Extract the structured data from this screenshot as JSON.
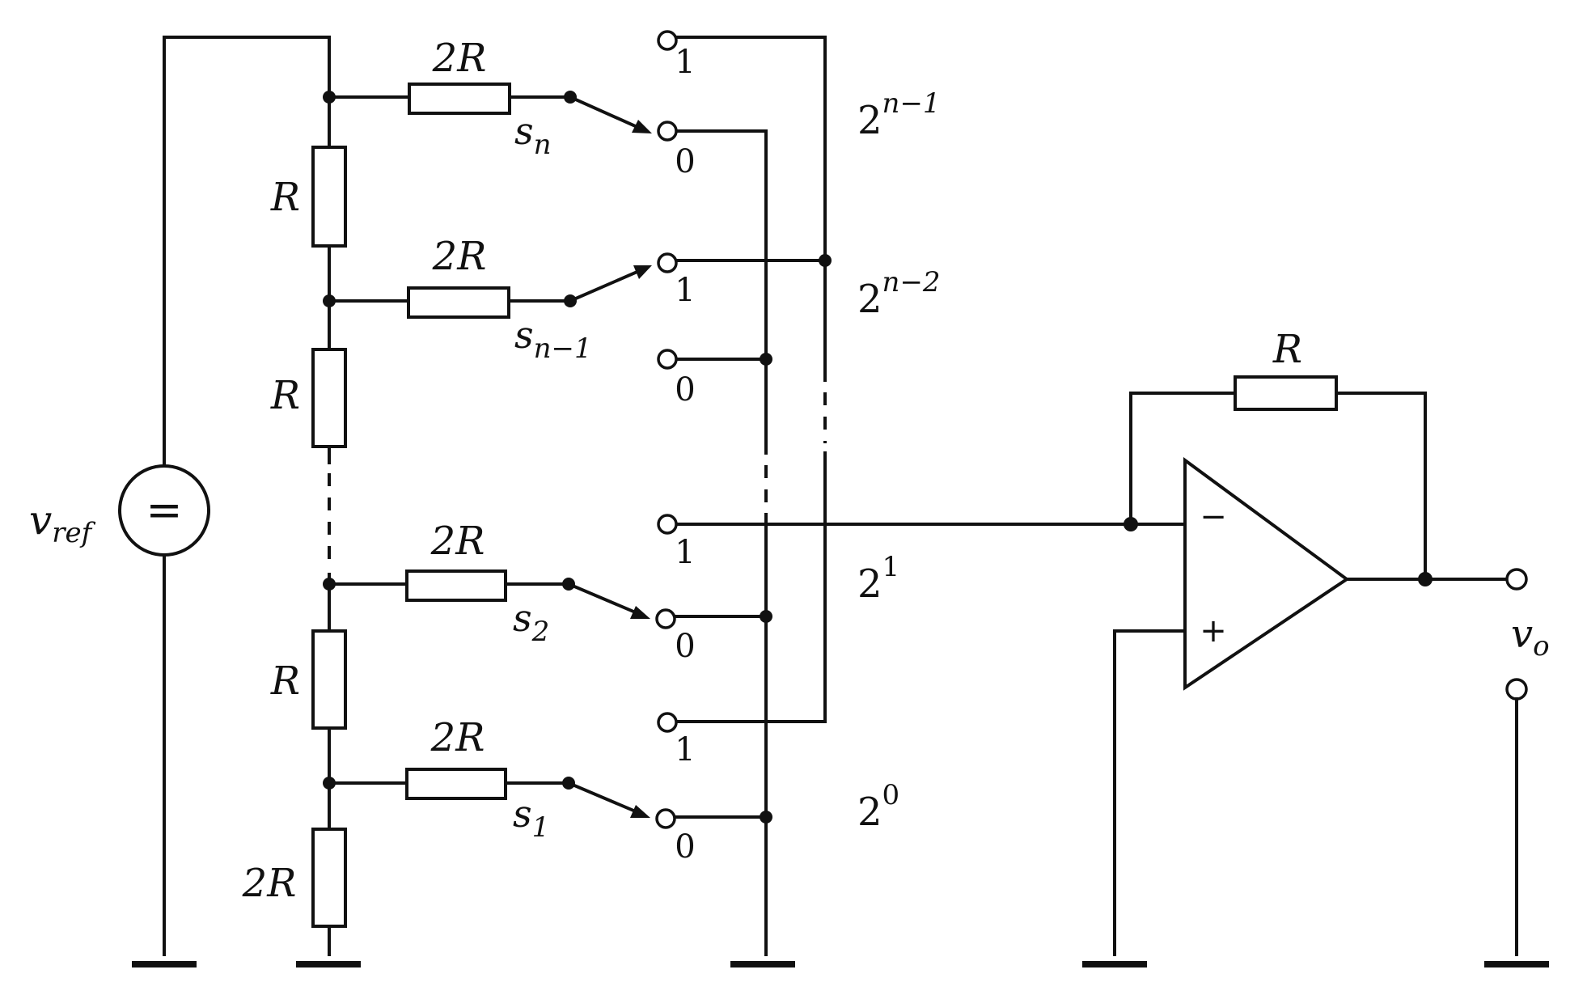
{
  "labels": {
    "source_name": "v",
    "source_sub": "ref",
    "source_symbol": "=",
    "res_2r": "2R",
    "res_r": "R",
    "switch_letter": "s",
    "sn_sub": "n",
    "sn1_sub": "n−1",
    "s2_sub": "2",
    "s1_sub": "1",
    "pos_one": "1",
    "pos_zero": "0",
    "weight_base": "2",
    "w_n1_exp": "n−1",
    "w_n2_exp": "n−2",
    "w_1_exp": "1",
    "w_0_exp": "0",
    "opamp_minus": "−",
    "opamp_plus": "+",
    "out_name": "v",
    "out_sub": "o"
  }
}
